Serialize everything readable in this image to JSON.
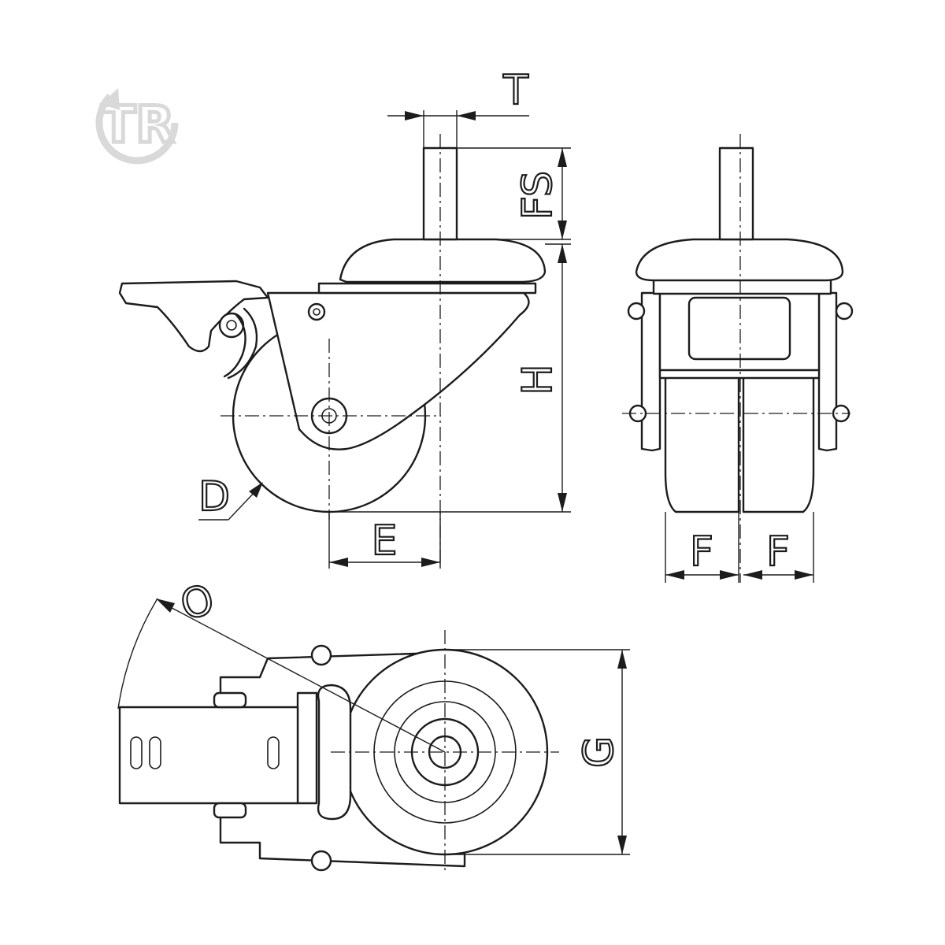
{
  "logo": {
    "text": "TR",
    "color": "#d9d9d9"
  },
  "labels": {
    "T": "T",
    "FS": "FS",
    "H": "H",
    "D": "D",
    "E": "E",
    "F_left": "F",
    "F_right": "F",
    "O": "O",
    "G": "G"
  },
  "colors": {
    "line": "#1c1c1c",
    "background": "#ffffff"
  }
}
